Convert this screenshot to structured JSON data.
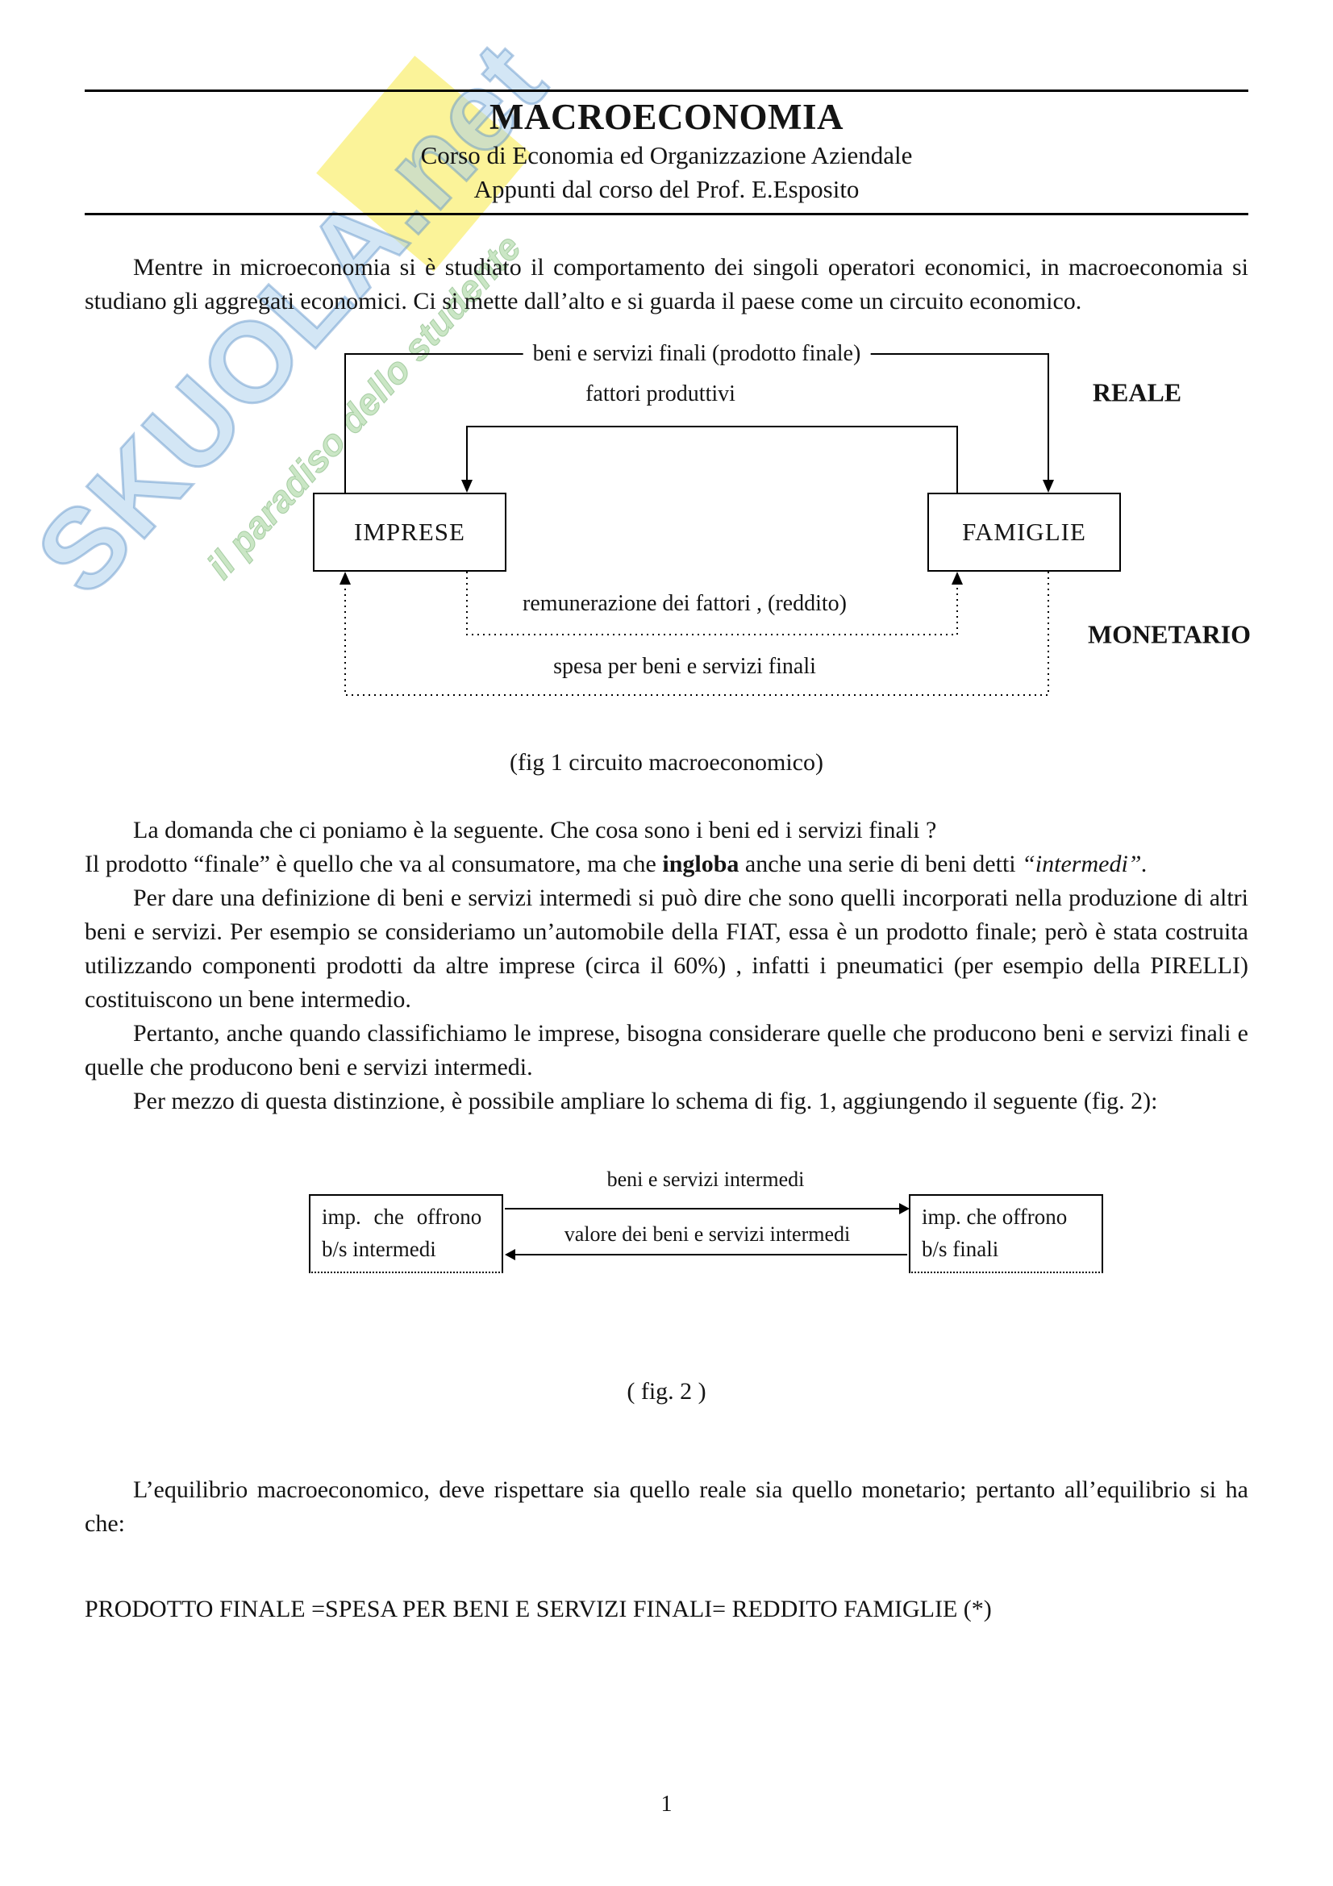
{
  "watermark": {
    "brand": "SKUOLA.net",
    "tagline": "il paradiso dello studente"
  },
  "header": {
    "title": "MACROECONOMIA",
    "subtitle1": "Corso di Economia ed Organizzazione Aziendale",
    "subtitle2": "Appunti dal corso del Prof. E.Esposito"
  },
  "paragraphs": {
    "intro": "Mentre in microeconomia si è studiato il comportamento dei singoli operatori economici, in macroeconomia si studiano gli aggregati economici.  Ci si mette dall’alto e si guarda il paese come un circuito economico.",
    "q_line1": "La domanda che ci poniamo è la seguente.   Che cosa sono i beni ed i servizi finali ?",
    "q_part1": "Il prodotto “finale” è quello che va al consumatore, ma che ",
    "q_bold": "ingloba",
    "q_part2": " anche una serie di beni detti ",
    "q_italic": "“intermedi”.",
    "intermediates": "Per dare una definizione di beni e servizi intermedi si può dire che sono quelli incorporati nella produzione di altri beni e servizi.   Per esempio se consideriamo un’automobile della FIAT, essa è un prodotto finale; però è stata costruita utilizzando componenti prodotti da altre imprese (circa il 60%) , infatti i pneumatici (per esempio della PIRELLI) costituiscono un bene intermedio.",
    "classification": "Pertanto, anche quando classifichiamo le imprese, bisogna considerare quelle che producono beni e servizi finali e quelle che producono beni e servizi intermedi.",
    "extension": "Per mezzo di questa distinzione, è possibile ampliare lo schema di fig. 1, aggiungendo il seguente (fig. 2):",
    "equilibrium": "L’equilibrio macroeconomico, deve rispettare sia quello reale sia quello monetario; pertanto all’equilibrio si ha che:"
  },
  "fig1": {
    "label_final_goods": "beni e servizi finali (prodotto finale)",
    "label_factors": "fattori produttivi",
    "label_real": "REALE",
    "box_firms": "IMPRESE",
    "box_households": "FAMIGLIE",
    "label_remuneration": "remunerazione dei fattori , (reddito)",
    "label_monetary": "MONETARIO",
    "label_spending": "spesa per beni e servizi finali",
    "caption": "(fig 1 circuito macroeconomico)"
  },
  "fig2": {
    "box_left": [
      "imp. che offrono",
      "b/s intermedi"
    ],
    "box_right": [
      "imp. che offrono",
      "b/s finali"
    ],
    "label_goods": "beni e servizi intermedi",
    "label_value": "valore dei beni e servizi intermedi",
    "caption": "( fig. 2 )"
  },
  "formula": "PRODOTTO FINALE =SPESA PER BENI E SERVIZI FINALI= REDDITO FAMIGLIE (*)",
  "page_number": "1"
}
